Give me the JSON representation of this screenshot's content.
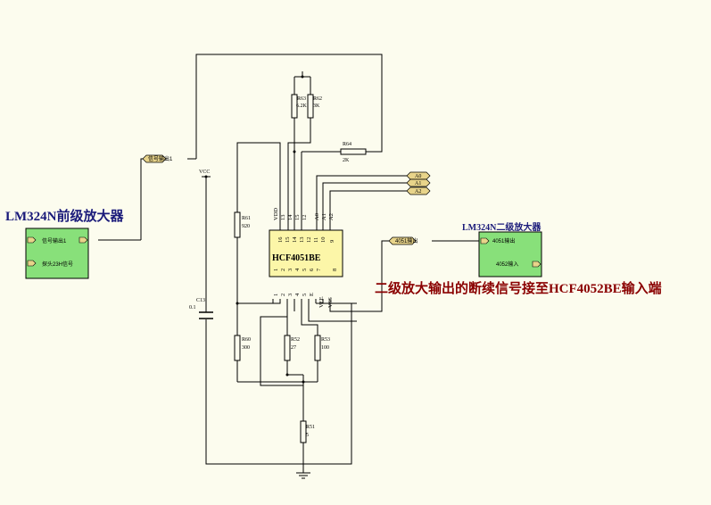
{
  "labels": {
    "left_block_title": "LM324N前级放大器",
    "left_block_port1": "信号输出1",
    "left_block_port2": "探头23H信号",
    "right_block_title": "LM324N二级放大器",
    "right_block_port1": "4051输出",
    "right_block_port2": "4052输入",
    "note": "二级放大输出的断续信号接至HCF4052BE输入端",
    "chip": "HCF4051BE",
    "signal_flag": "信号输出1",
    "output_flag": "4051输出",
    "vcc": "VCC"
  },
  "address_flags": [
    "A0",
    "A1",
    "A2"
  ],
  "chip_top_pins": {
    "names": [
      "VDD",
      "13",
      "14",
      "15",
      "12",
      "A0",
      "A1",
      "A2"
    ],
    "numbers": [
      "16",
      "15",
      "14",
      "13",
      "12",
      "11",
      "10",
      "9"
    ]
  },
  "chip_bottom_pins": {
    "numbers": [
      "1",
      "2",
      "3",
      "4",
      "5",
      "6",
      "7",
      "8"
    ],
    "names": [
      "1",
      "2",
      "3",
      "4",
      "5",
      "E",
      "VEE",
      "VSS"
    ]
  },
  "components": {
    "r63": {
      "ref": "R63",
      "value": "6.2K"
    },
    "r62": {
      "ref": "R62",
      "value": "3K"
    },
    "r64": {
      "ref": "R64",
      "value": "2K"
    },
    "r61": {
      "ref": "R61",
      "value": "920"
    },
    "r60": {
      "ref": "R60",
      "value": "300"
    },
    "r52": {
      "ref": "R52",
      "value": "27"
    },
    "r53": {
      "ref": "R53",
      "value": "100"
    },
    "r51": {
      "ref": "R51",
      "value": "5"
    },
    "c13": {
      "ref": "C13",
      "value": "0.1"
    }
  }
}
